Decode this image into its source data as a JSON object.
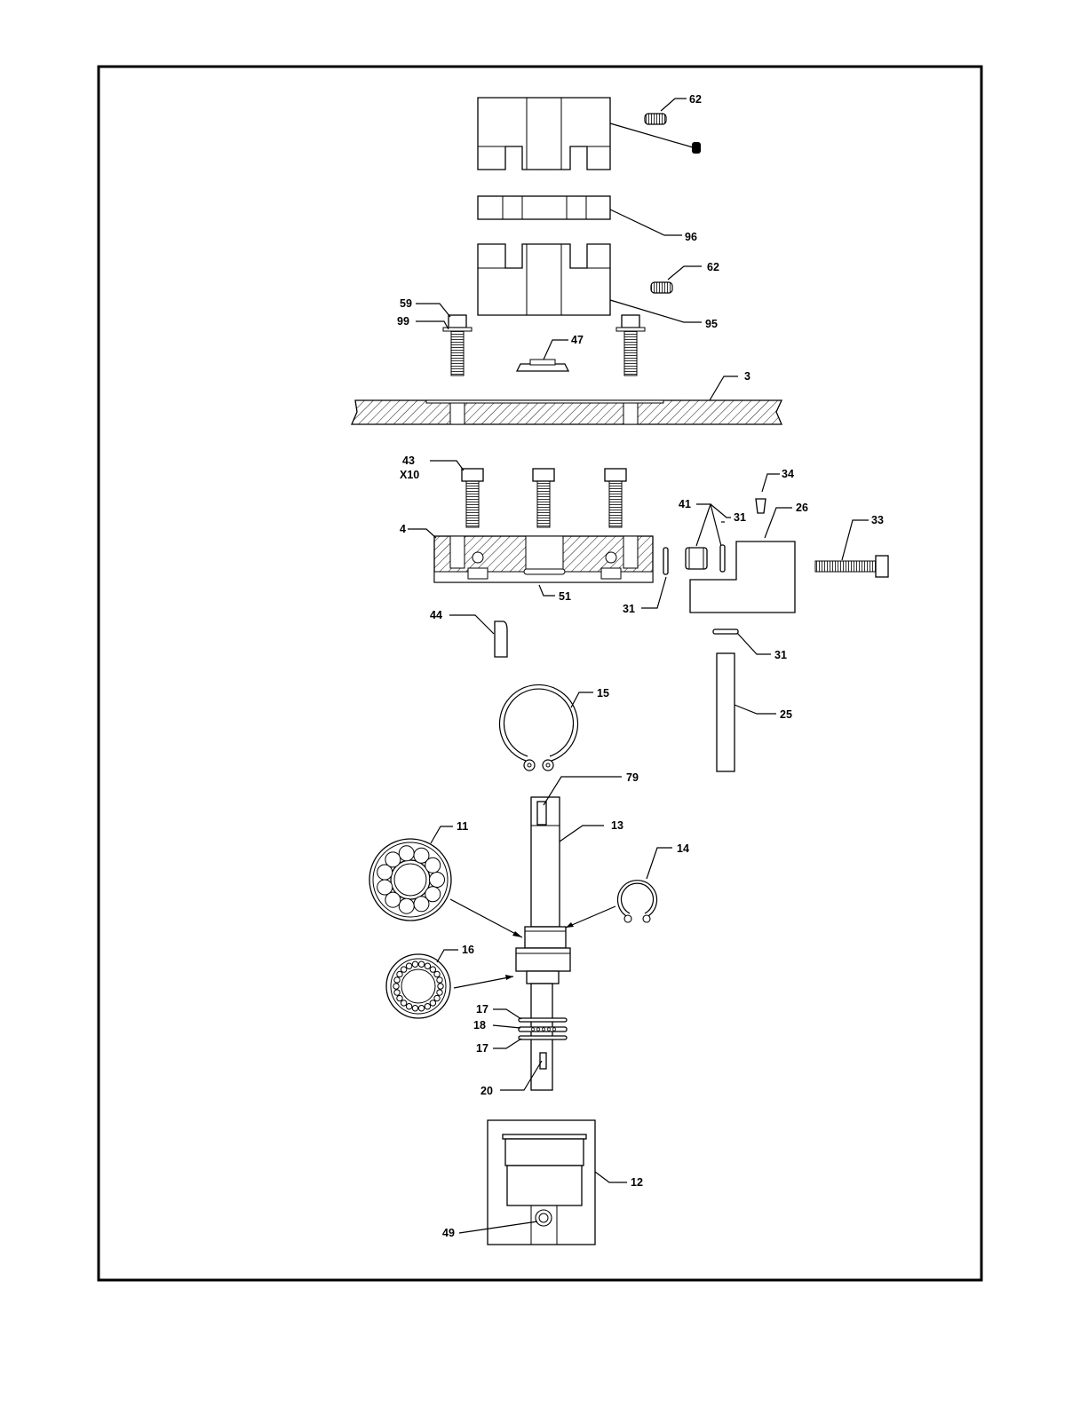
{
  "callouts": [
    {
      "id": "c62a",
      "label": "62"
    },
    {
      "id": "c96",
      "label": "96"
    },
    {
      "id": "c62b",
      "label": "62"
    },
    {
      "id": "c59",
      "label": "59"
    },
    {
      "id": "c99",
      "label": "99"
    },
    {
      "id": "c95",
      "label": "95"
    },
    {
      "id": "c47",
      "label": "47"
    },
    {
      "id": "c3",
      "label": "3"
    },
    {
      "id": "c43",
      "label": "43"
    },
    {
      "id": "cx10",
      "label": "X10"
    },
    {
      "id": "c34",
      "label": "34"
    },
    {
      "id": "c26",
      "label": "26"
    },
    {
      "id": "c41",
      "label": "41"
    },
    {
      "id": "c31a",
      "label": "31"
    },
    {
      "id": "c33",
      "label": "33"
    },
    {
      "id": "c4",
      "label": "4"
    },
    {
      "id": "c51",
      "label": "51"
    },
    {
      "id": "c31b",
      "label": "31"
    },
    {
      "id": "c44",
      "label": "44"
    },
    {
      "id": "c31c",
      "label": "31"
    },
    {
      "id": "c15",
      "label": "15"
    },
    {
      "id": "c25",
      "label": "25"
    },
    {
      "id": "c79",
      "label": "79"
    },
    {
      "id": "c11",
      "label": "11"
    },
    {
      "id": "c13",
      "label": "13"
    },
    {
      "id": "c14",
      "label": "14"
    },
    {
      "id": "c16",
      "label": "16"
    },
    {
      "id": "c17a",
      "label": "17"
    },
    {
      "id": "c18",
      "label": "18"
    },
    {
      "id": "c17b",
      "label": "17"
    },
    {
      "id": "c20",
      "label": "20"
    },
    {
      "id": "c12",
      "label": "12"
    },
    {
      "id": "c49",
      "label": "49"
    }
  ]
}
